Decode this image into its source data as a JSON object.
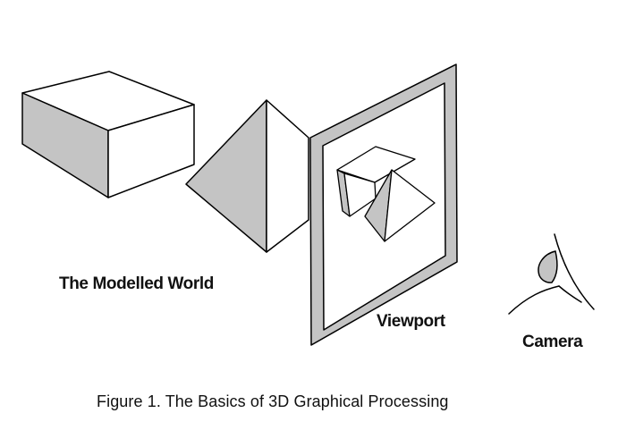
{
  "labels": {
    "modelled_world": "The Modelled World",
    "viewport": "Viewport",
    "camera": "Camera"
  },
  "caption": "Figure 1.  The Basics of 3D Graphical Processing",
  "colors": {
    "line": "#000000",
    "shaded_face": "#c4c4c4",
    "viewport_frame": "#c4c4c4",
    "background": "#ffffff"
  }
}
